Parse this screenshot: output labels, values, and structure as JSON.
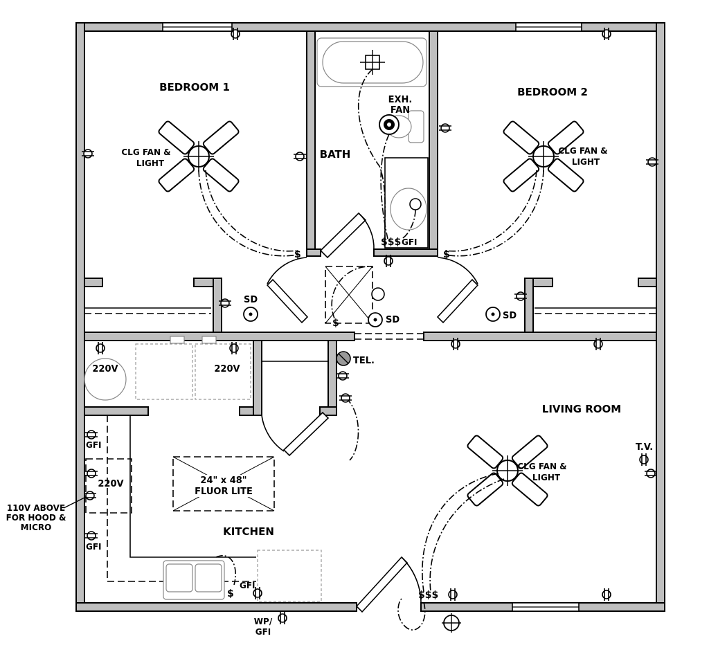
{
  "rooms": {
    "bedroom1": "BEDROOM 1",
    "bedroom2": "BEDROOM 2",
    "bath": "BATH",
    "living_room": "LIVING ROOM",
    "kitchen": "KITCHEN"
  },
  "fixtures": {
    "fan_light_line1": "CLG FAN &",
    "fan_light_line2": "LIGHT",
    "exh_fan_line1": "EXH.",
    "exh_fan_line2": "FAN",
    "smoke_detector": "SD",
    "telephone": "TEL.",
    "tv": "T.V.",
    "fluor_size": "24\" x 48\"",
    "fluor_name": "FLUOR LITE",
    "volt_220": "220V",
    "gfi": "GFI",
    "switch_single": "$",
    "switch_triple": "$$$"
  },
  "notes": {
    "hood_line1": "110V ABOVE",
    "hood_line2": "FOR HOOD &",
    "hood_line3": "MICRO",
    "wp_line1": "WP/",
    "wp_line2": "GFI"
  },
  "icons": [
    "ceiling-fan-icon",
    "duplex-outlet-icon",
    "smoke-detector-icon",
    "exhaust-fan-icon",
    "telephone-jack-icon",
    "light-fixture-icon",
    "door-swing-icon",
    "window-icon"
  ]
}
